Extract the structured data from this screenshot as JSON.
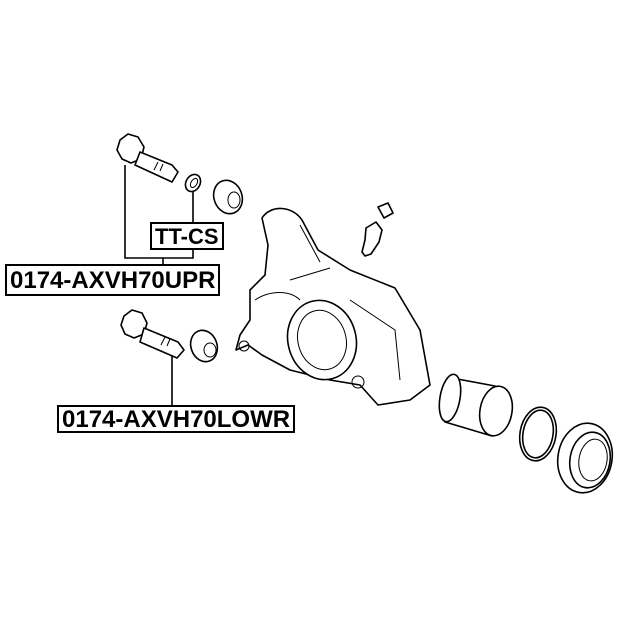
{
  "labels": {
    "seal_kit": "TT-CS",
    "upper_pin": "0174-AXVH70UPR",
    "lower_pin": "0174-AXVH70LOWR"
  }
}
